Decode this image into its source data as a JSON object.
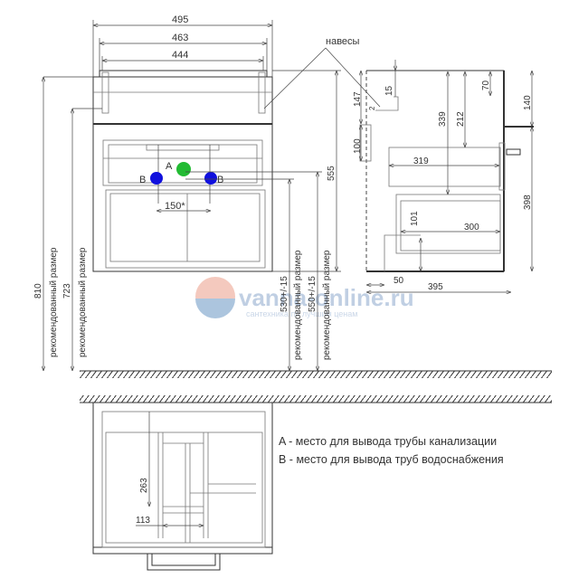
{
  "front_view": {
    "dims": {
      "w495": "495",
      "w463": "463",
      "w444": "444",
      "h810": "810",
      "h723": "723",
      "h555": "555",
      "h530": "530+/-15",
      "h550": "550+/-15",
      "d150": "150*"
    },
    "rec_label": "рекомендованный размер",
    "hangers_label": "навесы",
    "point_a": "A",
    "point_b": "B",
    "colors": {
      "drain": "#22bb33",
      "water": "#1010dd"
    }
  },
  "side_view": {
    "dims": [
      "147",
      "15",
      "100",
      "339",
      "212",
      "70",
      "140",
      "398",
      "319",
      "101",
      "300",
      "50",
      "395",
      "2"
    ]
  },
  "top_view": {
    "dims": {
      "d263": "263",
      "d113": "113"
    }
  },
  "legend": {
    "a": "A - место для вывода трубы канализации",
    "b": "B - место для вывода труб водоснабжения"
  },
  "watermark": {
    "brand": "vanna-online.ru",
    "tagline": "сантехника по лучшим ценам"
  }
}
